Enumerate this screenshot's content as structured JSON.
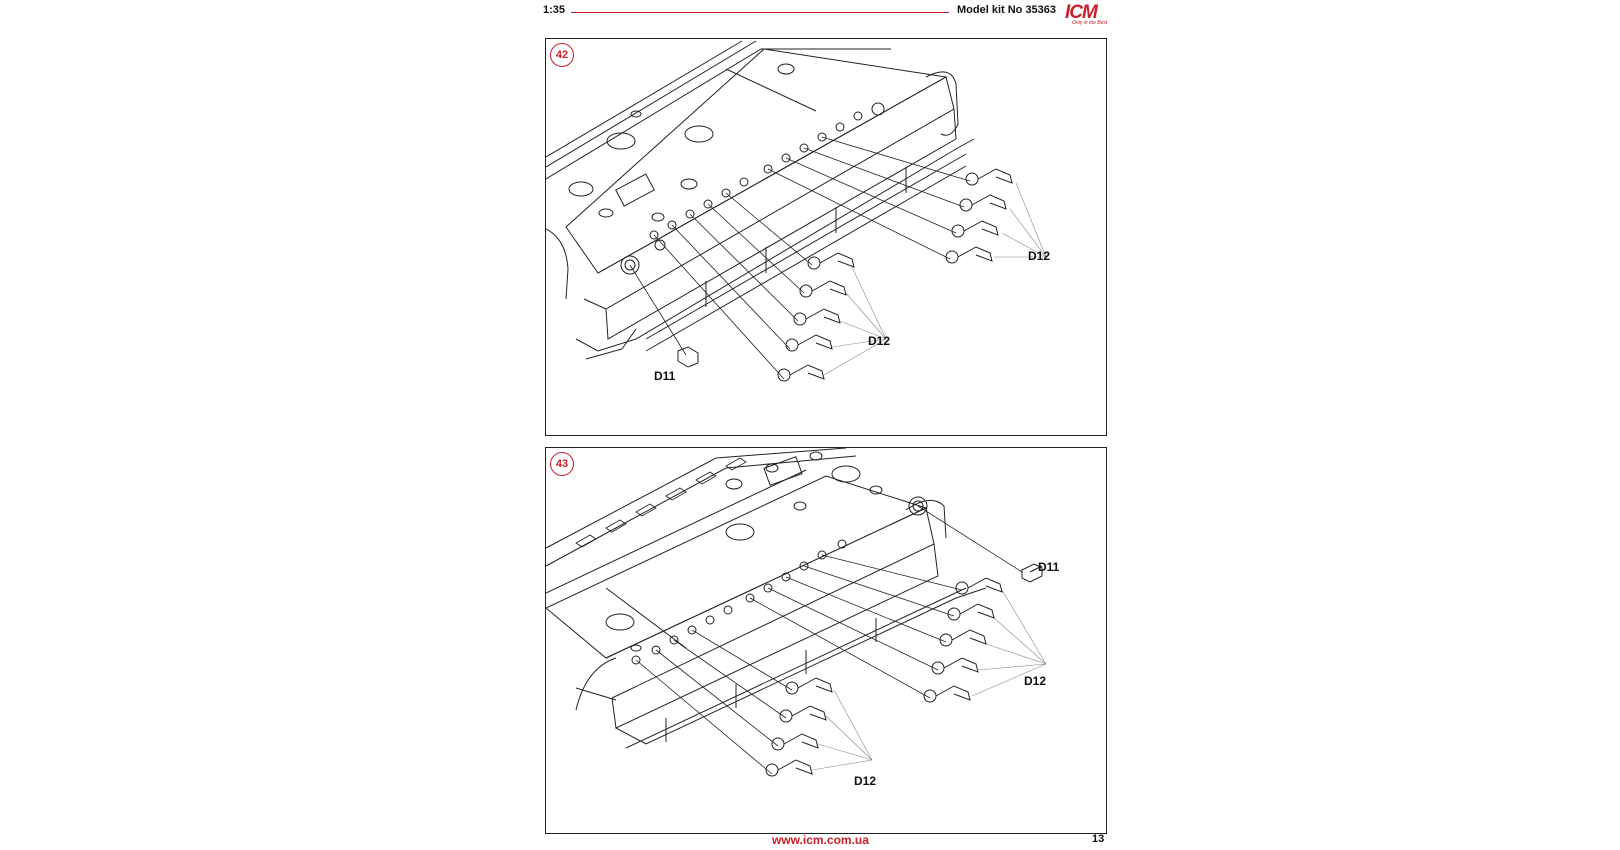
{
  "header": {
    "scale": "1:35",
    "kit_number": "Model kit No 35363",
    "logo_text": "ICM",
    "logo_tagline": "Only in the Best"
  },
  "steps": [
    {
      "number": "42",
      "parts": [
        "D12",
        "D12",
        "D11"
      ]
    },
    {
      "number": "43",
      "parts": [
        "D11",
        "D12",
        "D12"
      ]
    }
  ],
  "footer": {
    "url": "www.icm.com.ua",
    "page_number": "13"
  },
  "colors": {
    "accent": "#c9202a",
    "line": "#222222"
  }
}
